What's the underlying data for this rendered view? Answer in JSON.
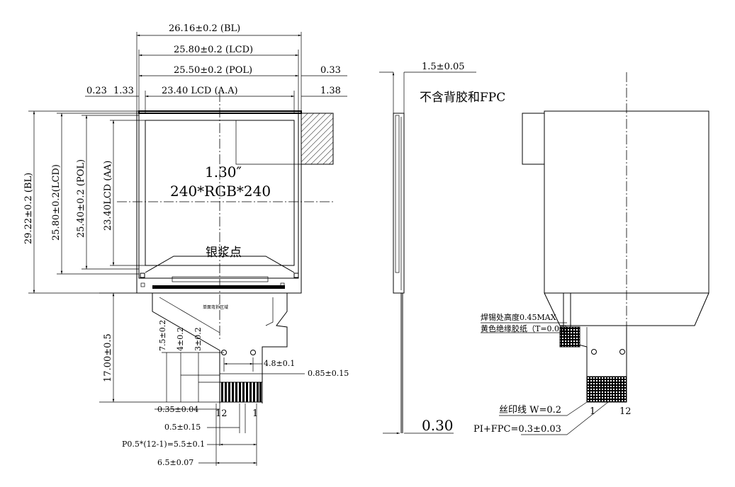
{
  "front": {
    "dim_bl_w": "26.16±0.2 (BL)",
    "dim_lcd_w": "25.80±0.2 (LCD)",
    "dim_pol_w": "25.50±0.2 (POL)",
    "dim_aa_w": "23.40 LCD (A.A)",
    "dim_023": "0.23",
    "dim_133": "1.33",
    "dim_033": "0.33",
    "dim_138": "1.38",
    "dim_bl_h": "29.22±0.2 (BL)",
    "dim_lcd_h": "25.80±0.2(LCD)",
    "dim_pol_h": "25.40±0.2 (POL)",
    "dim_aa_h": "23.40LCD (AA)",
    "size": "1.30″",
    "resolution": "240*RGB*240",
    "silver_paste": "银浆点",
    "bend_note": "单面弯折区域",
    "dim_fpc_len": "17.00±0.5",
    "dim_75": "7.5±0.2",
    "dim_4": "4±0.2",
    "dim_3": "3±0.2",
    "dim_48": "4.8±0.1",
    "dim_085": "0.85±0.15",
    "dim_035": "0.35±0.04",
    "pin_12": "12",
    "pin_1": "1",
    "dim_05": "0.5±0.15",
    "dim_pitch": "P0.5*(12-1)=5.5±0.1",
    "dim_65": "6.5±0.07"
  },
  "side": {
    "dim_15": "1.5±0.05",
    "note": "不含背胶和FPC",
    "dim_030": "0.30"
  },
  "back": {
    "solder_note": "焊锡处高度0.45MAX",
    "tape_note": "黄色绝缘胶纸（T=0.05）",
    "silk_note": "丝印线 W=0.2",
    "pi_note": "PI+FPC=0.3±0.03",
    "pin_1": "1",
    "pin_12": "12"
  }
}
